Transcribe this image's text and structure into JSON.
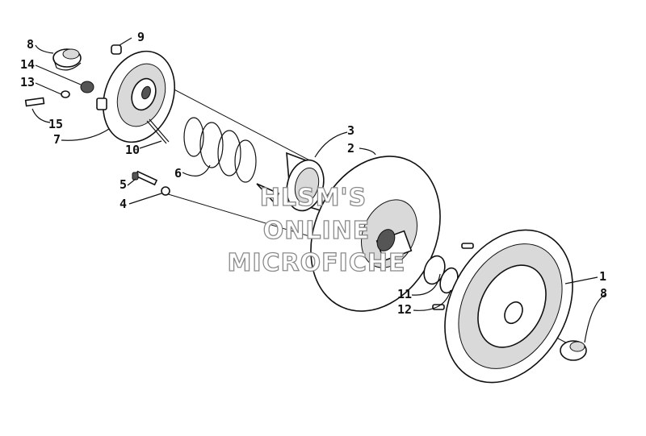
{
  "callouts": [
    {
      "id": "c1",
      "label": "1"
    },
    {
      "id": "c2",
      "label": "2"
    },
    {
      "id": "c3",
      "label": "3"
    },
    {
      "id": "c4",
      "label": "4"
    },
    {
      "id": "c5",
      "label": "5"
    },
    {
      "id": "c6",
      "label": "6"
    },
    {
      "id": "c7",
      "label": "7"
    },
    {
      "id": "c8a",
      "label": "8"
    },
    {
      "id": "c8b",
      "label": "8"
    },
    {
      "id": "c9",
      "label": "9"
    },
    {
      "id": "c10",
      "label": "10"
    },
    {
      "id": "c11",
      "label": "11"
    },
    {
      "id": "c12",
      "label": "12"
    },
    {
      "id": "c13",
      "label": "13"
    },
    {
      "id": "c14",
      "label": "14"
    },
    {
      "id": "c15",
      "label": "15"
    }
  ],
  "watermark": {
    "line1": "HLSM'S",
    "line2": "ONLINE",
    "line3": "MICROFICHE"
  }
}
